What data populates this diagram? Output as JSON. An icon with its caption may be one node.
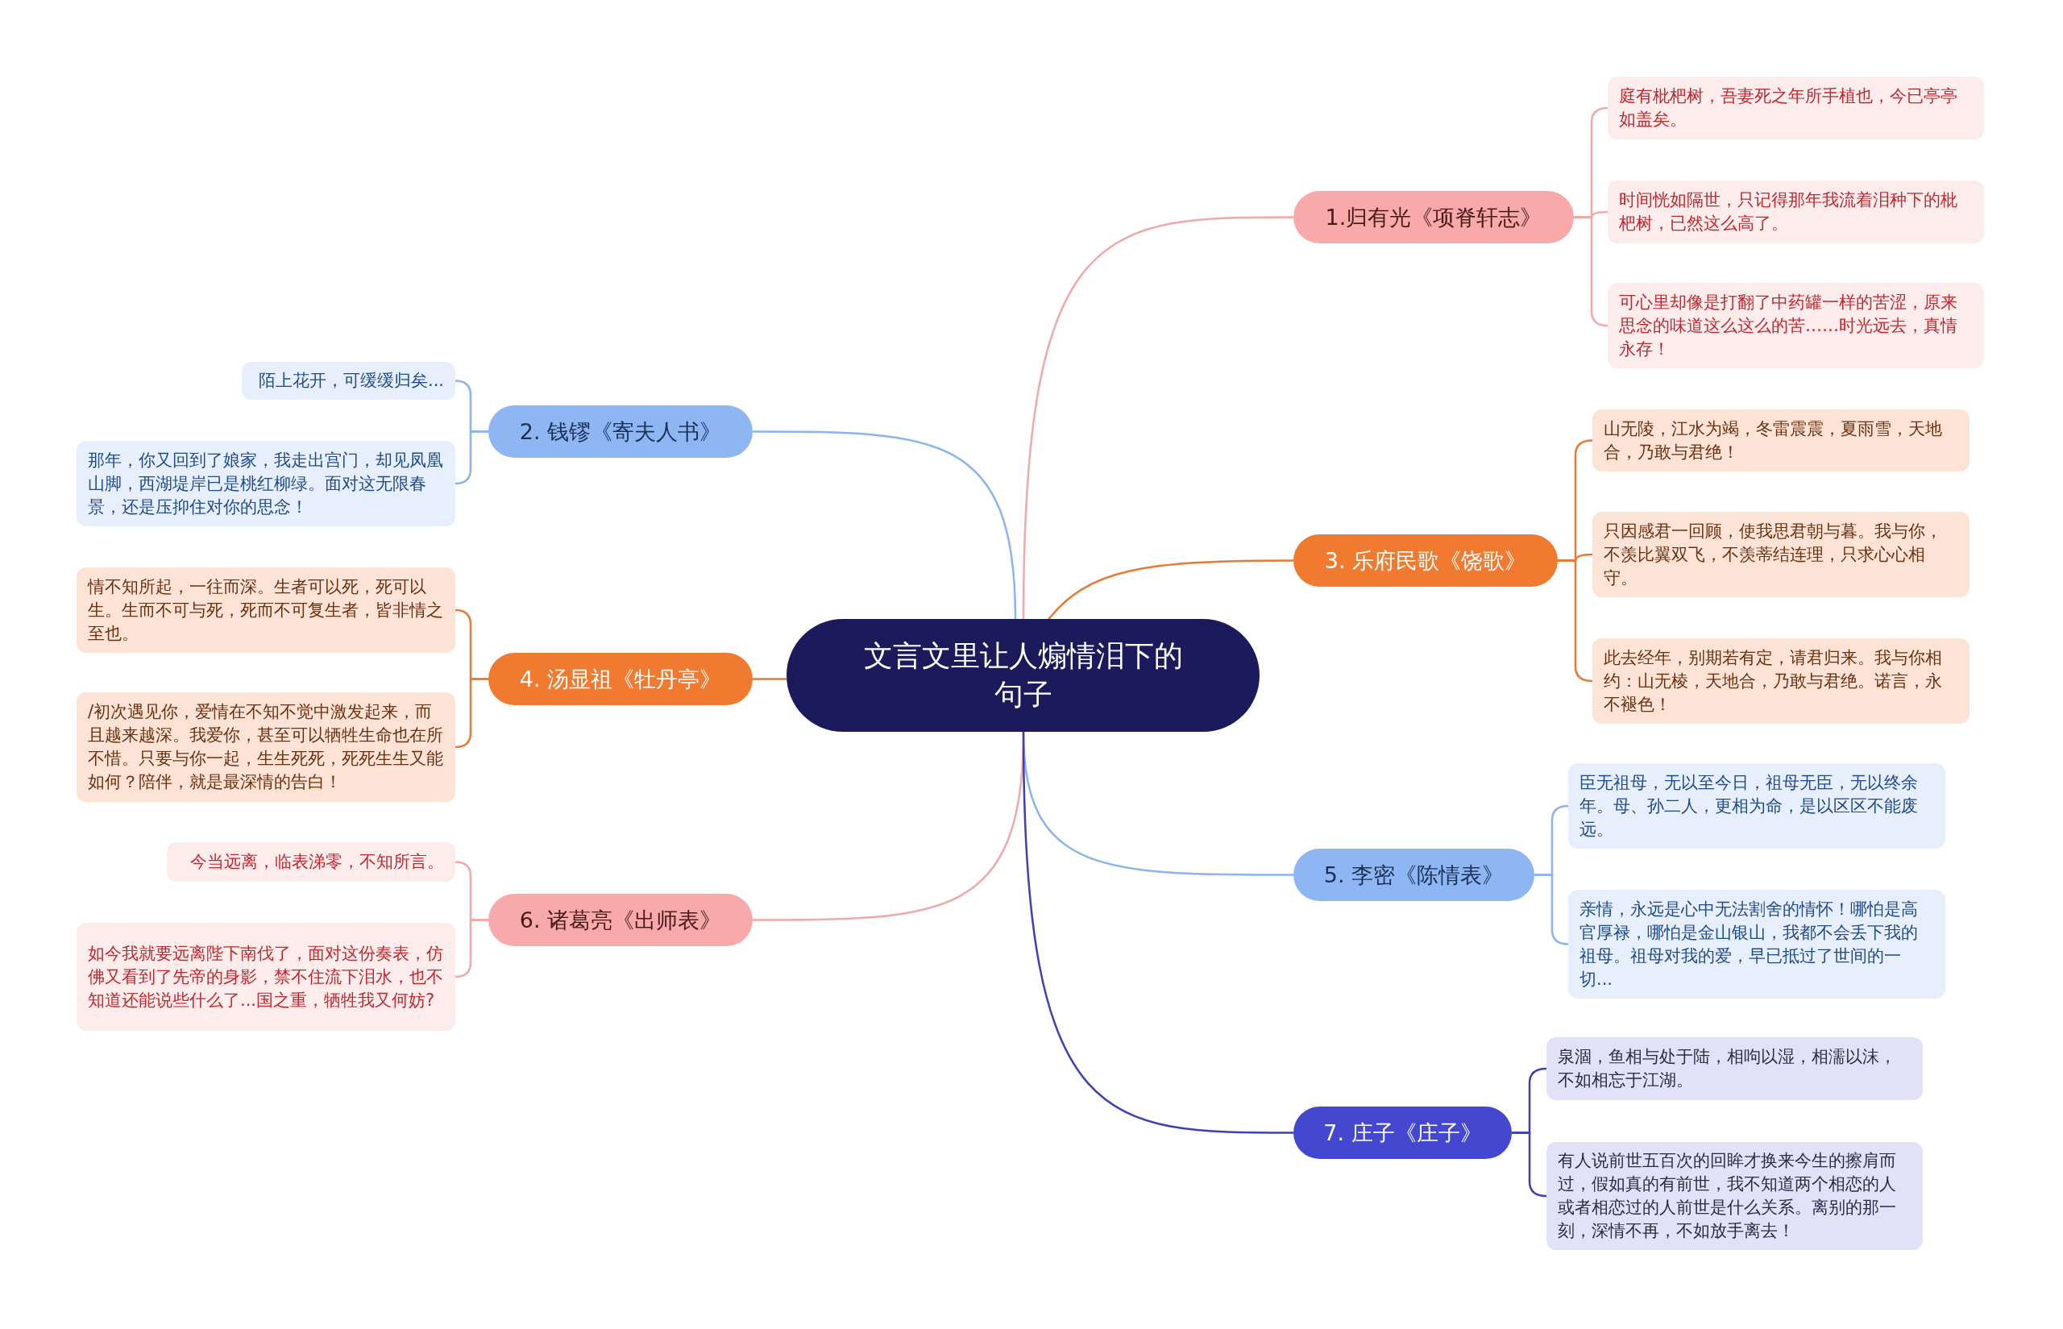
{
  "diagram": {
    "nodes": [
      {
        "text": [
          "文言文里让人煽情泪下的句子"
        ]
      },
      {
        "text": [
          "1.归有光《项脊轩志》"
        ]
      },
      {
        "text": [
          "庭有枇杷树，吾妻死之年所手植也，今已亭亭如盖矣。"
        ]
      },
      {
        "text": [
          "时间恍如隔世，只记得那年我流着泪种下的枇杷树，已然这么高了。"
        ]
      },
      {
        "text": [
          "可心里却像是打翻了中药罐一样的苦涩，原来思念的味道这么这么的苦……时光远去，真情永存！"
        ]
      },
      {
        "text": [
          "2. 钱镠《寄夫人书》"
        ]
      },
      {
        "text": [
          "陌上花开，可缓缓归矣..."
        ]
      },
      {
        "text": [
          "那年，你又回到了娘家，我走出宫门，却见凤凰山脚，西湖堤岸已是桃红柳绿。面对这无限春景，还是压抑住对你的思念！"
        ]
      },
      {
        "text": [
          "3. 乐府民歌《饶歌》"
        ]
      },
      {
        "text": [
          "山无陵，江水为竭，冬雷震震，夏雨雪，天地合，乃敢与君绝！"
        ]
      },
      {
        "text": [
          "只因感君一回顾，使我思君朝与暮。我与你，不羡比翼双飞，不羡蒂结连理，只求心心相守。"
        ]
      },
      {
        "text": [
          "此去经年，别期若有定，请君归来。我与你相约：山无棱，天地合，乃敢与君绝。诺言，永不褪色！"
        ]
      },
      {
        "text": [
          "4. 汤显祖《牡丹亭》"
        ]
      },
      {
        "text": [
          "情不知所起，一往而深。生者可以死，死可以生。生而不可与死，死而不可复生者，皆非情之至也。"
        ]
      },
      {
        "text": [
          "/初次遇见你，爱情在不知不觉中激发起来，而且越来越深。我爱你，甚至可以牺牲生命也在所不惜。只要与你一起，生生死死，死死生生又能如何？陪伴，就是最深情的告白！"
        ]
      },
      {
        "text": [
          "5. 李密《陈情表》"
        ]
      },
      {
        "text": [
          "臣无祖母，无以至今日，祖母无臣，无以终余年。母、孙二人，更相为命，是以区区不能废远。"
        ]
      },
      {
        "text": [
          "亲情，永远是心中无法割舍的情怀！哪怕是高官厚禄，哪怕是金山银山，我都不会丢下我的祖母。祖母对我的爱，早已抵过了世间的一切..."
        ]
      },
      {
        "text": [
          "6. 诸葛亮《出师表》"
        ]
      },
      {
        "text": [
          "今当远离，临表涕零，不知所言。"
        ]
      },
      {
        "text": [
          "如今我就要远离陛下南伐了，面对这份奏表，仿佛又看到了先帝的身影，禁不住流下泪水，也不知道还能说些什么了...国之重，牺牲我又何妨?"
        ]
      },
      {
        "text": [
          "7. 庄子《庄子》"
        ]
      },
      {
        "text": [
          "泉涸，鱼相与处于陆，相呴以湿，相濡以沫，不如相忘于江湖。"
        ]
      },
      {
        "text": [
          "有人说前世五百次的回眸才换来今生的擦肩而过，假如真的有前世，我不知道两个相恋的人或者相恋过的人前世是什么关系。离别的那一刻，深情不再，不如放手离去！"
        ]
      }
    ],
    "edges": [
      {
        "from": 0,
        "to": 1,
        "arrow": "none",
        "color": "#f0a8a8"
      },
      {
        "from": 1,
        "to": 2,
        "arrow": "none",
        "color": "#f0a8a8"
      },
      {
        "from": 1,
        "to": 3,
        "arrow": "none",
        "color": "#f0a8a8"
      },
      {
        "from": 1,
        "to": 4,
        "arrow": "none",
        "color": "#f0a8a8"
      },
      {
        "from": 0,
        "to": 5,
        "arrow": "none",
        "color": "#8ab4f0"
      },
      {
        "from": 5,
        "to": 6,
        "arrow": "none",
        "color": "#8ab4f0"
      },
      {
        "from": 5,
        "to": 7,
        "arrow": "none",
        "color": "#8ab4f0"
      },
      {
        "from": 0,
        "to": 8,
        "arrow": "none",
        "color": "#e87a35"
      },
      {
        "from": 8,
        "to": 9,
        "arrow": "none",
        "color": "#e87a35"
      },
      {
        "from": 8,
        "to": 10,
        "arrow": "none",
        "color": "#e87a35"
      },
      {
        "from": 8,
        "to": 11,
        "arrow": "none",
        "color": "#e87a35"
      },
      {
        "from": 0,
        "to": 12,
        "arrow": "none",
        "color": "#e87a35"
      },
      {
        "from": 12,
        "to": 13,
        "arrow": "none",
        "color": "#e87a35"
      },
      {
        "from": 12,
        "to": 14,
        "arrow": "none",
        "color": "#e87a35"
      },
      {
        "from": 0,
        "to": 15,
        "arrow": "none",
        "color": "#8ab4f0"
      },
      {
        "from": 15,
        "to": 16,
        "arrow": "none",
        "color": "#8ab4f0"
      },
      {
        "from": 15,
        "to": 17,
        "arrow": "none",
        "color": "#8ab4f0"
      },
      {
        "from": 0,
        "to": 18,
        "arrow": "none",
        "color": "#f0a8a8"
      },
      {
        "from": 18,
        "to": 19,
        "arrow": "none",
        "color": "#f0a8a8"
      },
      {
        "from": 18,
        "to": 20,
        "arrow": "none",
        "color": "#f0a8a8"
      },
      {
        "from": 0,
        "to": 21,
        "arrow": "none",
        "color": "#3c3fb8"
      },
      {
        "from": 21,
        "to": 22,
        "arrow": "none",
        "color": "#3c3fb8"
      },
      {
        "from": 21,
        "to": 23,
        "arrow": "none",
        "color": "#3c3fb8"
      }
    ]
  }
}
